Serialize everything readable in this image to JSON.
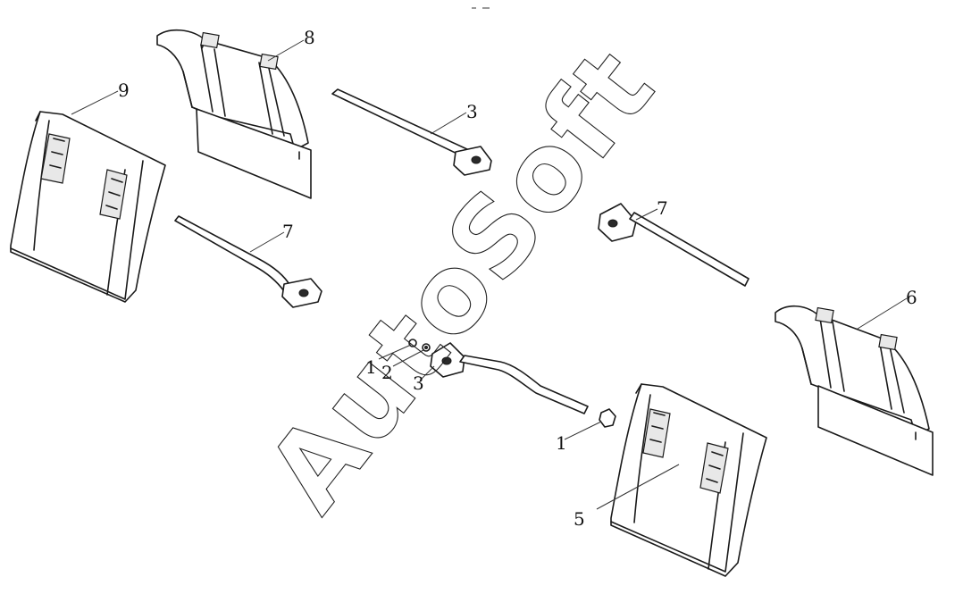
{
  "watermark": "AutoSoft",
  "callouts": {
    "c1a": "1",
    "c1b": "1",
    "c2": "2",
    "c3a": "3",
    "c3b": "3",
    "c5": "5",
    "c6": "6",
    "c7a": "7",
    "c7b": "7",
    "c8": "8",
    "c9": "9"
  }
}
